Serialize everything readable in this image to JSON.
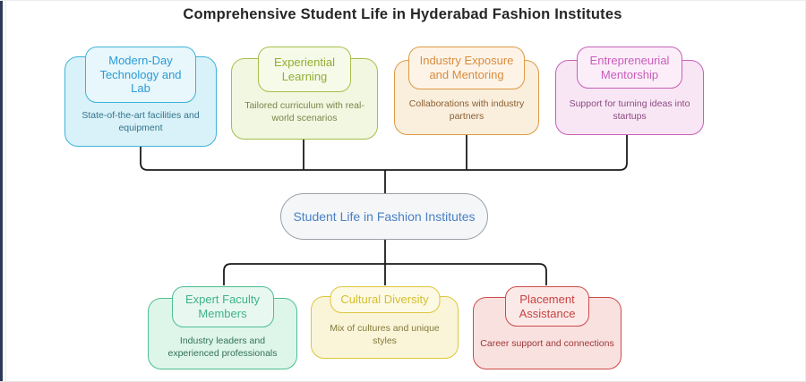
{
  "page": {
    "title": "Comprehensive Student Life in Hyderabad Fashion Institutes"
  },
  "center_node": {
    "label": "Student Life in Fashion Institutes",
    "colors": {
      "border": "#9ba1a7",
      "bg": "#f4f6f8",
      "text": "#4a80c4"
    }
  },
  "top_nodes": [
    {
      "title": "Modern-Day Technology and Lab",
      "description": "State-of-the-art facilities and equipment",
      "colors": {
        "border": "#3eb4d9",
        "box_bg": "#d9f1f8",
        "chip_bg": "#e7f7fb",
        "title": "#2b9bd7",
        "desc": "#33758d"
      }
    },
    {
      "title": "Experiential Learning",
      "description": "Tailored curriculum with real-world scenarios",
      "colors": {
        "border": "#a6bf4b",
        "box_bg": "#f1f7e0",
        "chip_bg": "#f6fae9",
        "title": "#93ad33",
        "desc": "#78854a"
      }
    },
    {
      "title": "Industry Exposure and Mentoring",
      "description": "Collaborations with industry partners",
      "colors": {
        "border": "#dd9a45",
        "box_bg": "#faeedc",
        "chip_bg": "#fdf4e7",
        "title": "#d98c3f",
        "desc": "#8a6134"
      }
    },
    {
      "title": "Entrepreneurial Mentorship",
      "description": "Support for turning ideas into startups",
      "colors": {
        "border": "#c75fb7",
        "box_bg": "#f8e6f5",
        "chip_bg": "#fbeef9",
        "title": "#ca5cba",
        "desc": "#8c4a80"
      }
    }
  ],
  "bottom_nodes": [
    {
      "title": "Expert Faculty Members",
      "description": "Industry leaders and experienced professionals",
      "colors": {
        "border": "#4cbf92",
        "box_bg": "#def5ea",
        "chip_bg": "#e8f8f1",
        "title": "#3fb287",
        "desc": "#33725a"
      }
    },
    {
      "title": "Cultural Diversity",
      "description": "Mix of cultures and unique styles",
      "colors": {
        "border": "#dcc73d",
        "box_bg": "#faf5d8",
        "chip_bg": "#fcf9e5",
        "title": "#d6c02e",
        "desc": "#857a3c"
      }
    },
    {
      "title": "Placement Assistance",
      "description": "Career support and connections",
      "colors": {
        "border": "#cb4a47",
        "box_bg": "#f9e1e0",
        "chip_bg": "#fbe9e8",
        "title": "#c84340",
        "desc": "#9c3735"
      }
    }
  ],
  "connector_color": "#1b1b1b"
}
